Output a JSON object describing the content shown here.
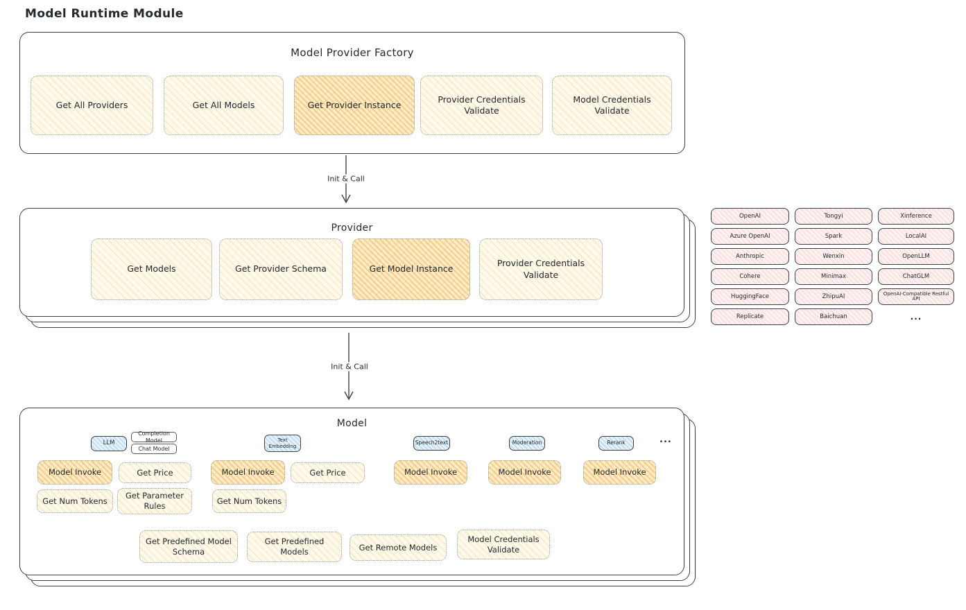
{
  "page": {
    "title": "Model Runtime Module"
  },
  "factory": {
    "title": "Model Provider Factory",
    "boxes": [
      {
        "label": "Get All Providers",
        "highlight": false
      },
      {
        "label": "Get All Models",
        "highlight": false
      },
      {
        "label": "Get Provider Instance",
        "highlight": true
      },
      {
        "label": "Provider Credentials Validate",
        "highlight": false
      },
      {
        "label": "Model Credentials Validate",
        "highlight": false
      }
    ]
  },
  "arrows": {
    "top_label": "Init & Call",
    "bottom_label": "Init & Call"
  },
  "provider": {
    "title": "Provider",
    "boxes": [
      {
        "label": "Get Models",
        "highlight": false
      },
      {
        "label": "Get Provider Schema",
        "highlight": false
      },
      {
        "label": "Get Model Instance",
        "highlight": true
      },
      {
        "label": "Provider Credentials Validate",
        "highlight": false
      }
    ]
  },
  "providers_list": {
    "items": [
      "OpenAI",
      "Tongyi",
      "Xinference",
      "Azure OpenAI",
      "Spark",
      "LocalAI",
      "Anthropic",
      "Wenxin",
      "OpenLLM",
      "Cohere",
      "Minimax",
      "ChatGLM",
      "HuggingFace",
      "ZhipuAI",
      "OpenAI-Compatible Restful API",
      "Replicate",
      "Baichuan",
      "..."
    ]
  },
  "model": {
    "title": "Model",
    "ellipsis": "...",
    "types": [
      {
        "tag": "LLM",
        "subtags": [
          "Completion Model",
          "Chat Model"
        ],
        "ops": [
          "Model Invoke",
          "Get Price",
          "Get Num Tokens",
          "Get Parameter Rules"
        ]
      },
      {
        "tag": "Text Embedding",
        "ops": [
          "Model Invoke",
          "Get Price",
          "Get Num Tokens"
        ]
      },
      {
        "tag": "Speech2text",
        "ops": [
          "Model Invoke"
        ]
      },
      {
        "tag": "Moderation",
        "ops": [
          "Model Invoke"
        ]
      },
      {
        "tag": "Rerank",
        "ops": [
          "Model Invoke"
        ]
      }
    ],
    "shared_ops": [
      "Get Predefined Model Schema",
      "Get Predefined Models",
      "Get Remote Models",
      "Model Credentials Validate"
    ]
  },
  "colors": {
    "node-cream": "#fdf9ec",
    "node-cream-hatch": "#f0c96e4d",
    "node-orange": "#fbeccb",
    "node-orange-hatch": "#eda93e73",
    "pink": "#fdf1f0",
    "pink-hatch": "#e39c9c40",
    "blue": "#e6f2fb",
    "blue-hatch": "#74aed766",
    "ink": "#24292e",
    "line": "#3c4046",
    "dot-border": "#9a9a9a"
  }
}
